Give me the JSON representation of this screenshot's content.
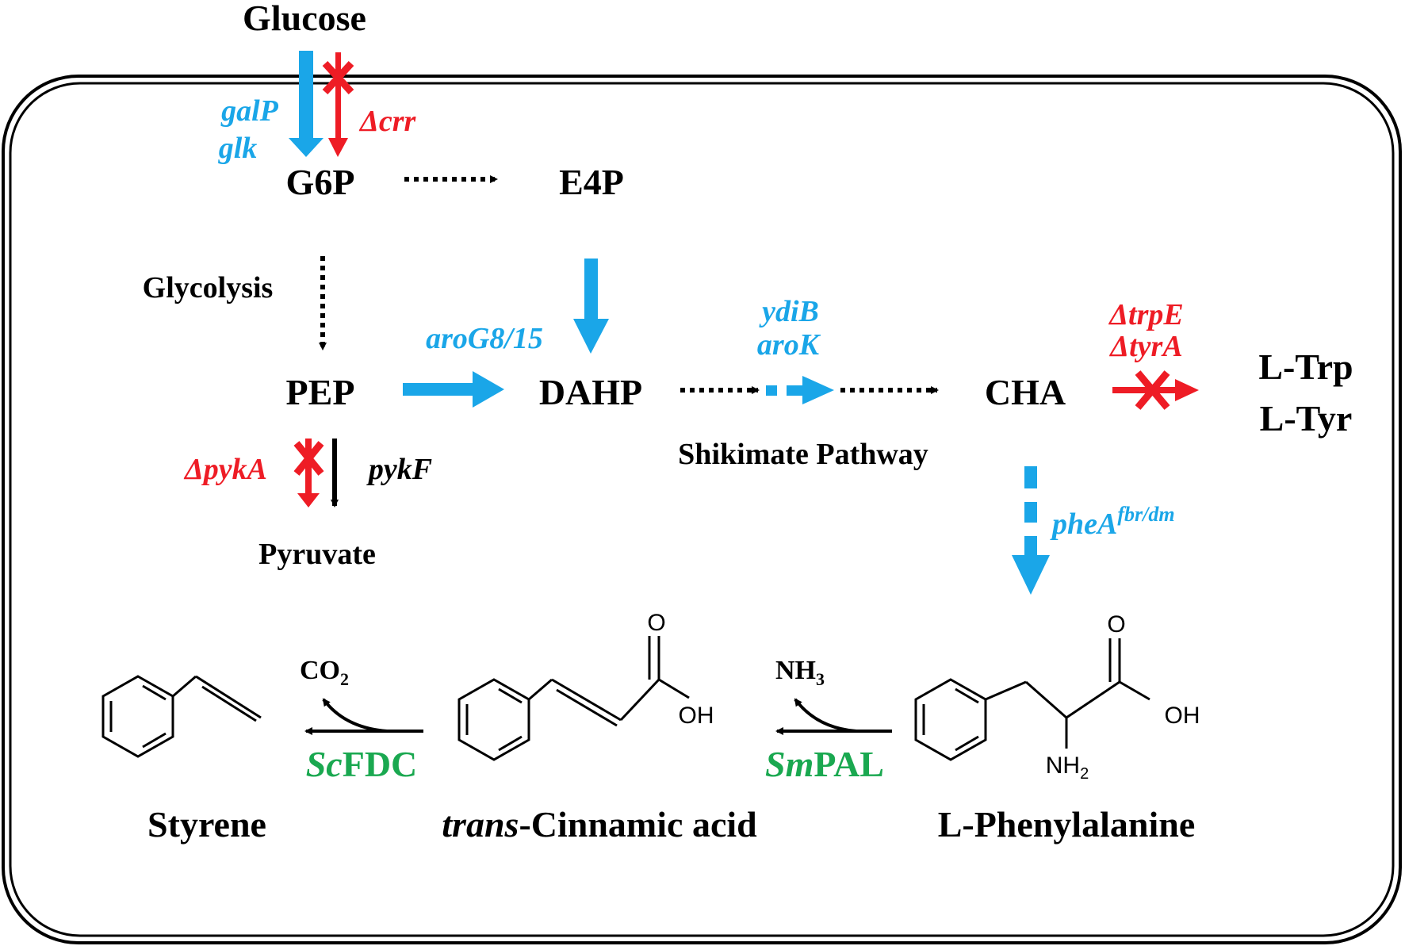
{
  "colors": {
    "upregulated": "#1aa6e8",
    "deleted": "#ee1c25",
    "heterologous_enzyme": "#1aa850",
    "native": "#000000"
  },
  "nodes": {
    "glucose": "Glucose",
    "g6p": "G6P",
    "e4p": "E4P",
    "pep": "PEP",
    "dahp": "DAHP",
    "cha": "CHA",
    "ltrp": "L-Trp",
    "ltyr": "L-Tyr",
    "pyruvate": "Pyruvate",
    "styrene": "Styrene",
    "cinnamic_prefix": "trans",
    "cinnamic_rest": "-Cinnamic acid",
    "phenylalanine": "L-Phenylalanine"
  },
  "labels": {
    "glycolysis": "Glycolysis",
    "shikimate": "Shikimate  Pathway"
  },
  "genes": {
    "galP": "galP",
    "glk": "glk",
    "crr": "Δcrr",
    "aroG": "aroG8/15",
    "ydiB": "ydiB",
    "aroK": "aroK",
    "trpE": "ΔtrpE",
    "tyrA": "ΔtyrA",
    "pykA": "ΔpykA",
    "pykF": "pykF",
    "pheA": "pheA",
    "pheA_sup": "fbr/dm"
  },
  "enzymes": {
    "fdc_prefix": "Sc",
    "fdc_rest": "FDC",
    "pal_prefix": "Sm",
    "pal_rest": "PAL"
  },
  "byproducts": {
    "co2": "CO",
    "co2_sub": "2",
    "nh3": "NH",
    "nh3_sub": "3"
  },
  "structure_labels": {
    "o": "O",
    "oh": "OH",
    "nh2": "NH",
    "nh2_sub": "2"
  },
  "icons": [
    "blocked-x-icon"
  ]
}
